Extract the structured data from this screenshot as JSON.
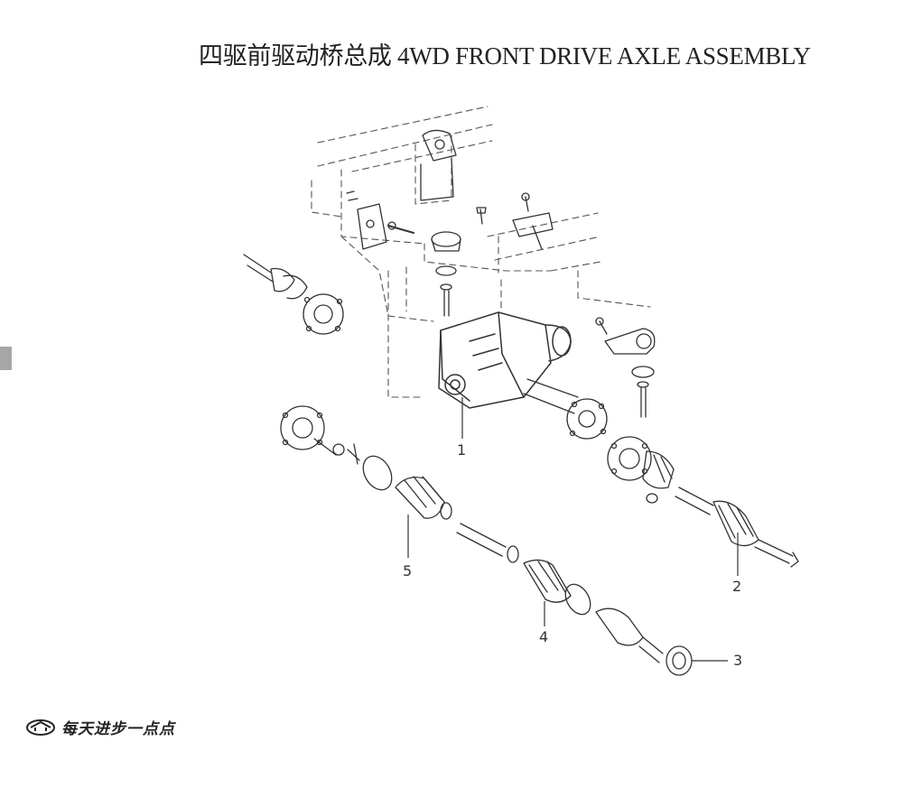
{
  "header": {
    "title": "四驱前驱动桥总成 4WD FRONT DRIVE AXLE ASSEMBLY"
  },
  "diagram": {
    "callouts": [
      "1",
      "2",
      "3",
      "4",
      "5"
    ]
  },
  "footer": {
    "slogan": "每天进步一点点",
    "logo_icon": "brand-emblem-icon"
  },
  "colors": {
    "line": "#333333",
    "frame_dash": "#555555",
    "tab": "#a6a6a6"
  }
}
